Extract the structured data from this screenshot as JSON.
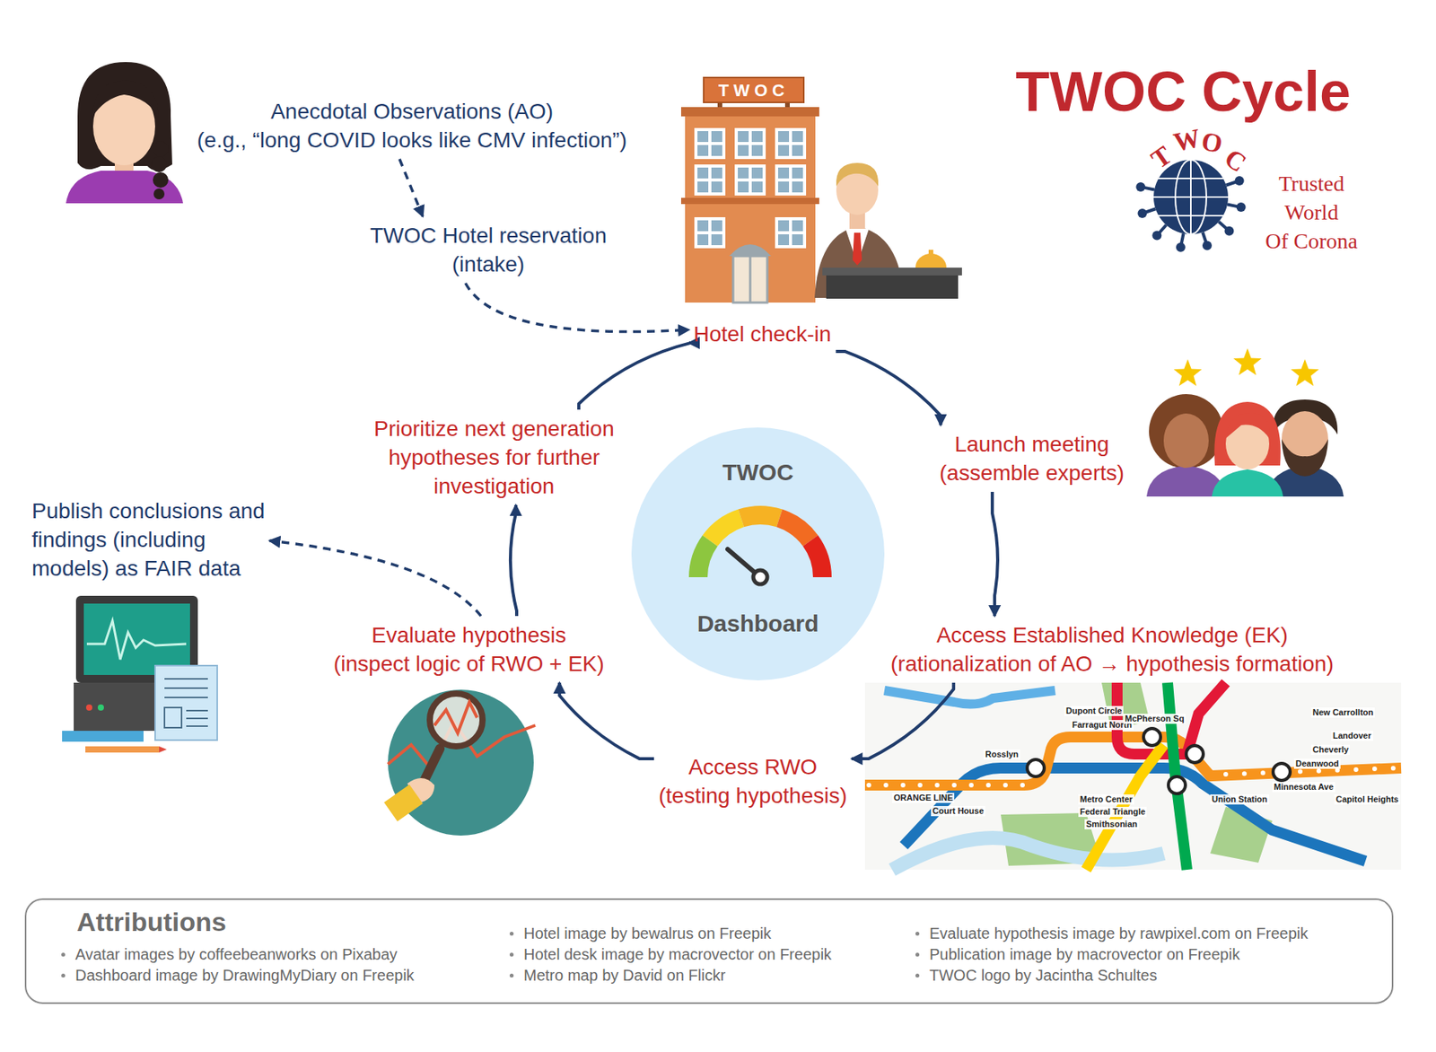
{
  "diagram": {
    "title": "TWOC Cycle",
    "nodes": [
      {
        "text": [
          "Anecdotal Observations (AO) (e.g., “long COVID looks like CMV infection”)"
        ]
      },
      {
        "text": [
          "TWOC Hotel reservation (intake)"
        ]
      },
      {
        "text": [
          "Hotel check-in"
        ]
      },
      {
        "text": [
          "Launch meeting (assemble experts)"
        ]
      },
      {
        "text": [
          "Access Established Knowledge (EK) (rationalization of AO → hypothesis formation)"
        ]
      },
      {
        "text": [
          "Access RWO (testing hypothesis)"
        ]
      },
      {
        "text": [
          "Evaluate hypothesis (inspect logic of RWO + EK)"
        ]
      },
      {
        "text": [
          "Prioritize next generation hypotheses for further investigation"
        ]
      },
      {
        "text": [
          "Publish conclusions and findings (including models) as FAIR data"
        ]
      },
      {
        "text": [
          "TWOC",
          "Dashboard"
        ]
      }
    ],
    "edges": [
      {
        "from": 0,
        "to": 1,
        "arrow": "to"
      },
      {
        "from": 1,
        "to": 2,
        "arrow": "to"
      },
      {
        "from": 2,
        "to": 3,
        "arrow": "to"
      },
      {
        "from": 3,
        "to": 4,
        "arrow": "to"
      },
      {
        "from": 4,
        "to": 5,
        "arrow": "to"
      },
      {
        "from": 5,
        "to": 6,
        "arrow": "to"
      },
      {
        "from": 6,
        "to": 7,
        "arrow": "to"
      },
      {
        "from": 7,
        "to": 2,
        "arrow": "to"
      },
      {
        "from": 6,
        "to": 8,
        "arrow": "to"
      }
    ],
    "labels": [
      "TWOC",
      "TWOC",
      "Trusted World Of Corona",
      "ORANGE LINE",
      "Rosslyn",
      "Court House",
      "Dupont Circle",
      "Farragut North",
      "McPherson Sq",
      "Metro Center",
      "Federal Triangle",
      "Smithsonian",
      "Union Station",
      "New Carrollton",
      "Landover",
      "Cheverly",
      "Deanwood",
      "Minnesota Ave",
      "Capitol Heights",
      "Attributions",
      "Avatar images by coffeebeanworks on Pixabay",
      "Dashboard image by DrawingMyDiary on Freepik",
      "Hotel image by bewalrus on Freepik",
      "Hotel desk image by macrovector on Freepik",
      "Metro map by David on Flickr",
      "Evaluate hypothesis image by rawpixel.com on Freepik",
      "Publication image by macrovector on Freepik",
      "TWOC logo by Jacintha Schultes"
    ]
  }
}
